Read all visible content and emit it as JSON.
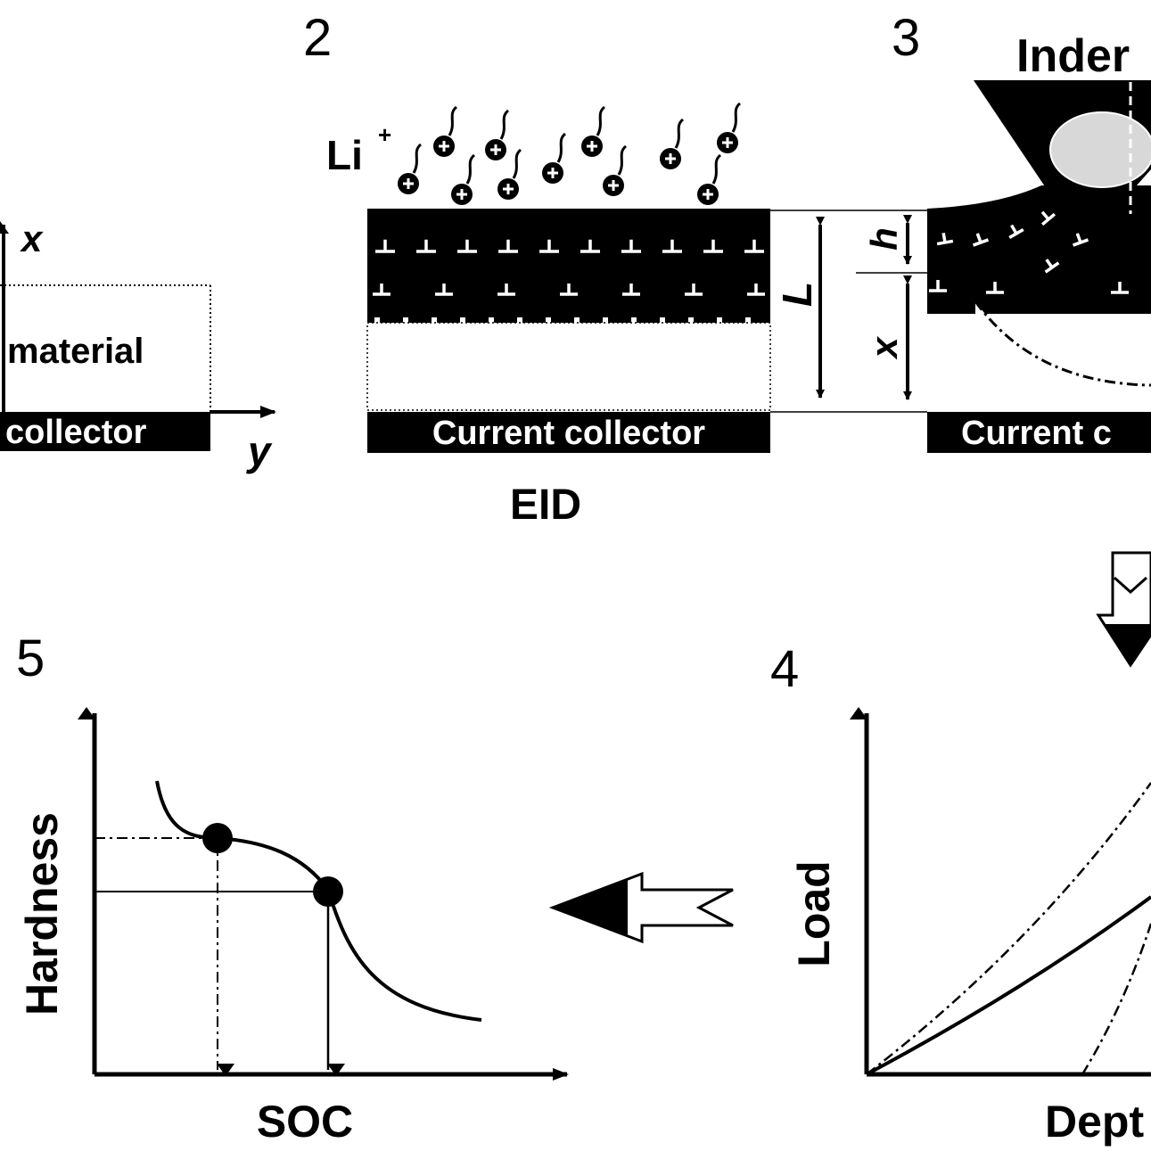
{
  "colors": {
    "ink": "#000000",
    "paper": "#ffffff",
    "shade": "#cfcfcf"
  },
  "panels": {
    "p1": {
      "axis_x": "x",
      "axis_y": "y",
      "material_label": "material",
      "collector_label": "collector"
    },
    "p2": {
      "number": "2",
      "li_label": "Li",
      "li_charge": "+",
      "collector_label": "Current collector",
      "caption": "EID"
    },
    "dims": {
      "L": "L",
      "h": "h",
      "x": "x"
    },
    "p3": {
      "number": "3",
      "title": "Inder",
      "collector_label": "Current c"
    },
    "p4": {
      "number": "4",
      "ylabel": "Load",
      "xlabel": "Dept"
    },
    "p5": {
      "number": "5",
      "ylabel": "Hardness",
      "xlabel": "SOC"
    }
  },
  "icons": [
    "li-ion-icon",
    "dislocation-icon",
    "arrow-left-icon",
    "arrow-down-icon",
    "indenter-icon",
    "data-point-icon"
  ]
}
